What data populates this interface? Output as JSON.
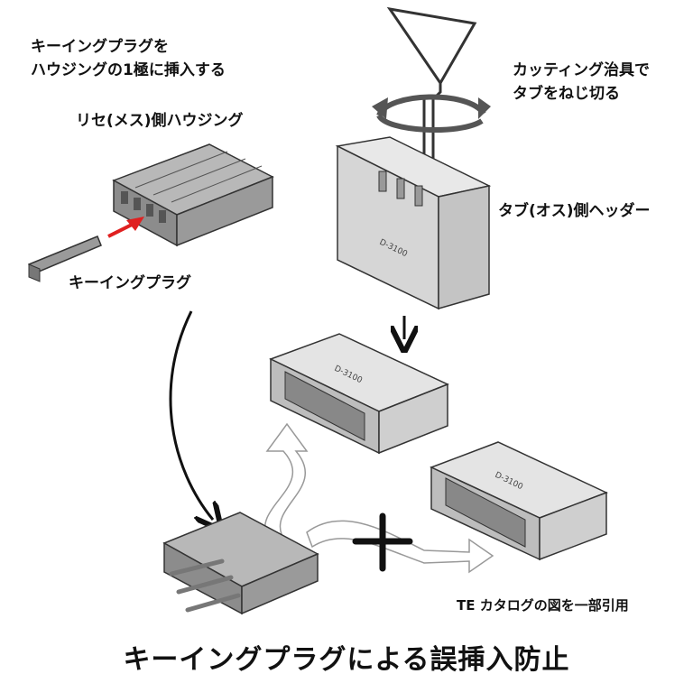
{
  "labels": {
    "keying_instruction_line1": "キーイングプラグを",
    "keying_instruction_line2": "ハウジングの1極に挿入する",
    "receptacle_housing": "リセ(メス)側ハウジング",
    "keying_plug": "キーイングプラグ",
    "cutting_tool_line1": "カッティング治具で",
    "cutting_tool_line2": "タブをねじ切る",
    "tab_header": "タブ(オス)側ヘッダー",
    "part_number_a": "D-3100",
    "part_number_b": "D-3100",
    "part_number_c": "D-3100"
  },
  "credit": "TE カタログの図を一部引用",
  "title": "キーイングプラグによる誤挿入防止",
  "colors": {
    "housing_fill": "#a9a9a9",
    "housing_dark": "#6e6e6e",
    "header_fill": "#d6d6d6",
    "arrow_red": "#e02020",
    "outline": "#333333"
  }
}
